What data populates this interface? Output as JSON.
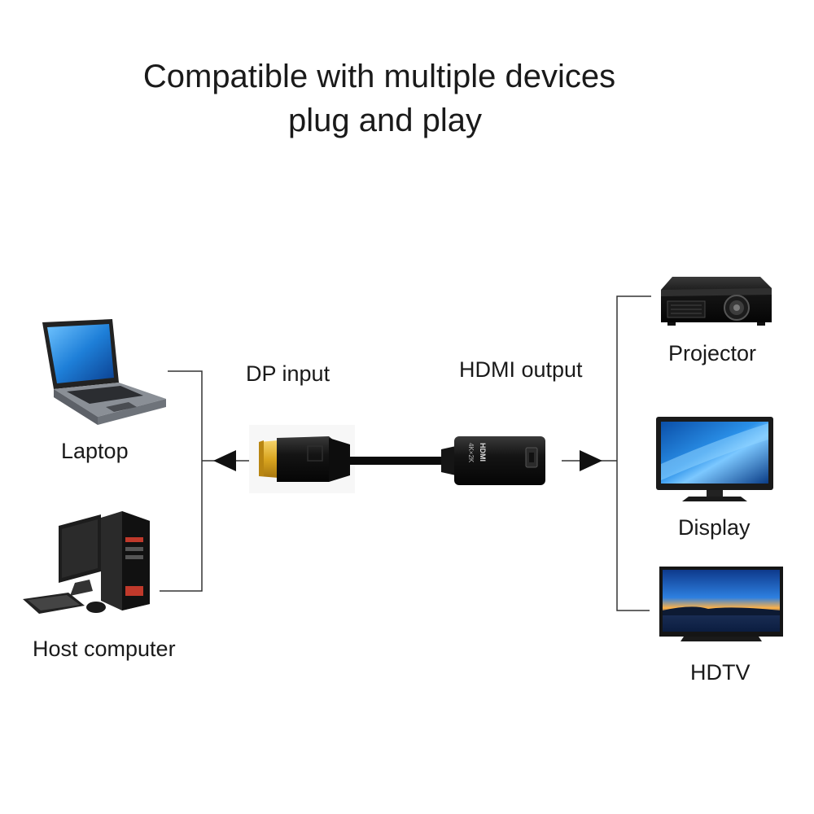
{
  "headline": {
    "line1": "Compatible with multiple devices",
    "line2": "plug and play"
  },
  "sources": [
    {
      "label": "Laptop",
      "icon": "laptop-icon"
    },
    {
      "label": "Host computer",
      "icon": "desktop-computer-icon"
    }
  ],
  "adapter": {
    "input_label": "DP input",
    "output_label": "HDMI output",
    "housing_text": "HDMI",
    "resolution_text": "4K×2K"
  },
  "outputs": [
    {
      "label": "Projector",
      "icon": "projector-icon"
    },
    {
      "label": "Display",
      "icon": "monitor-icon"
    },
    {
      "label": "HDTV",
      "icon": "tv-icon"
    }
  ],
  "colors": {
    "text": "#1a1a1a",
    "connector_gold": "#d9a520",
    "cable_black": "#111111",
    "screen_blue": "#1f7fd6"
  }
}
